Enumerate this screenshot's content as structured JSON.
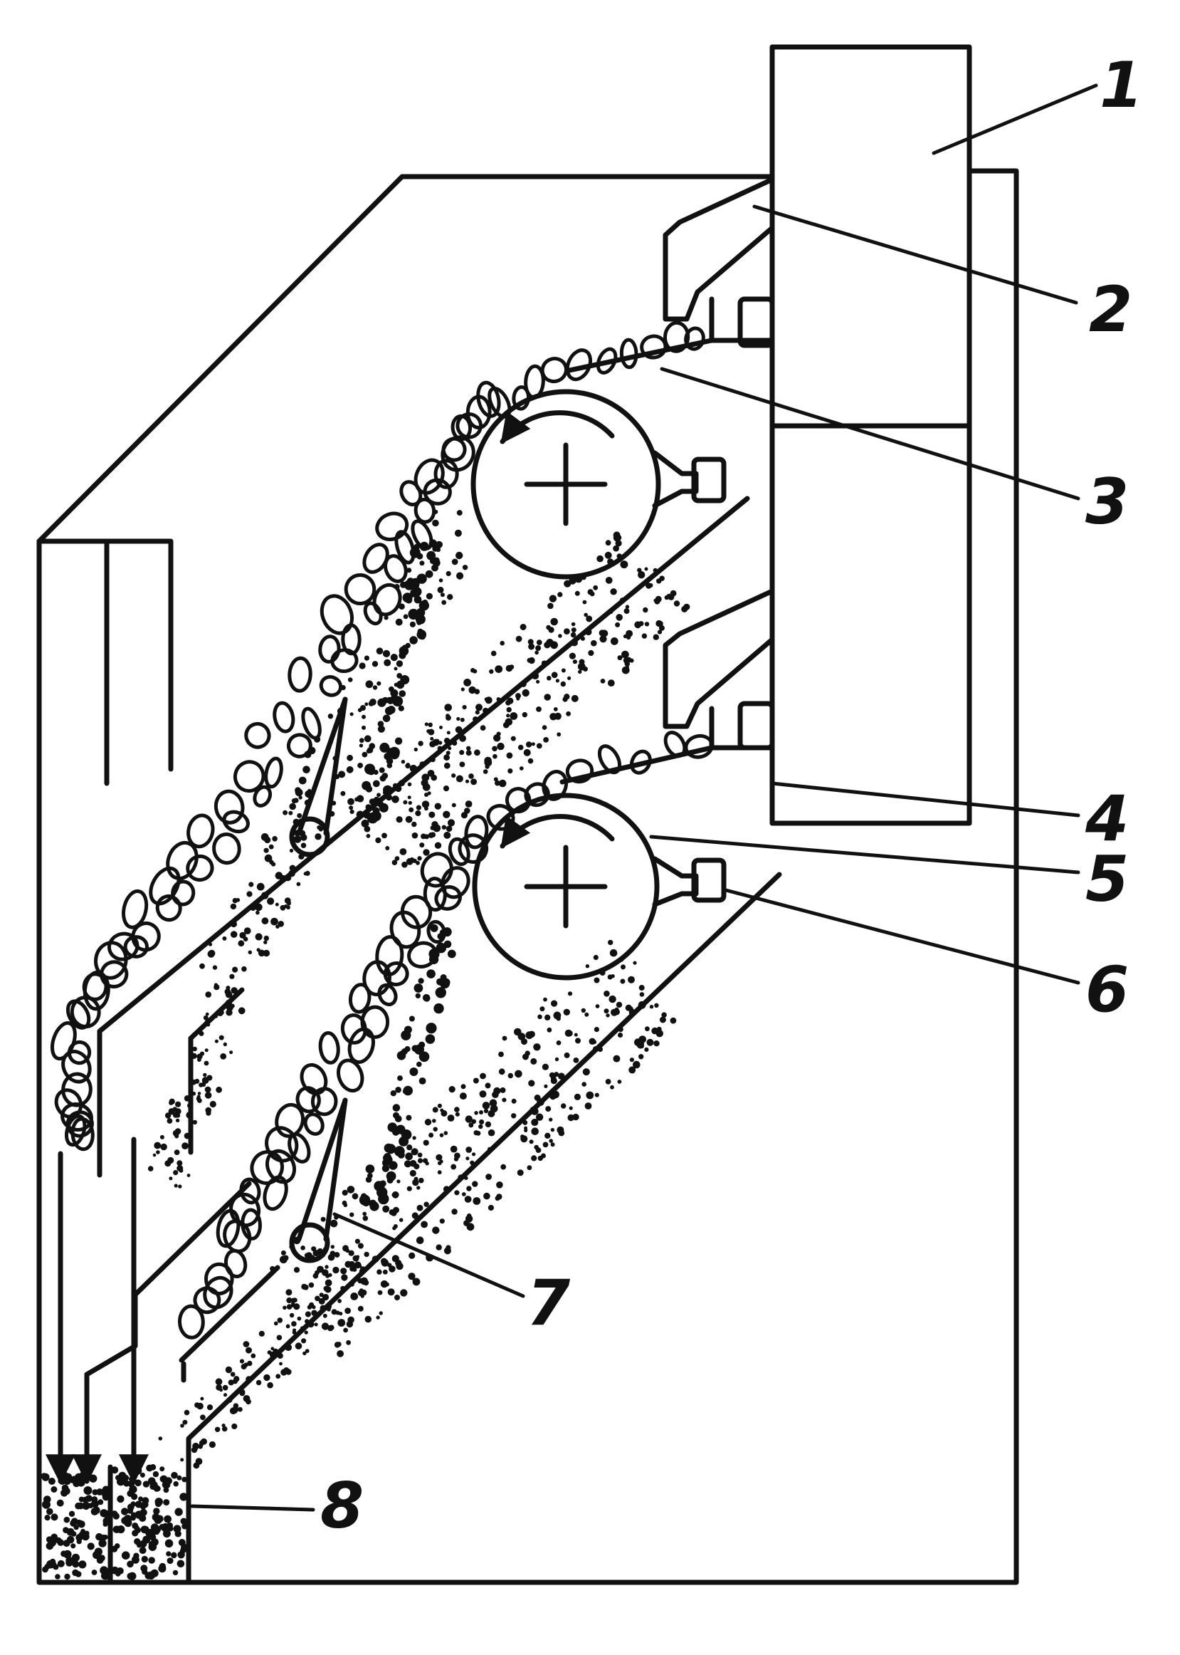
{
  "colors": {
    "ink": "#111111",
    "paper": "#ffffff"
  },
  "callouts": [
    {
      "id": "1",
      "label": "1"
    },
    {
      "id": "2",
      "label": "2"
    },
    {
      "id": "3",
      "label": "3"
    },
    {
      "id": "4",
      "label": "4"
    },
    {
      "id": "5",
      "label": "5"
    },
    {
      "id": "6",
      "label": "6"
    },
    {
      "id": "7",
      "label": "7"
    },
    {
      "id": "8",
      "label": "8"
    }
  ]
}
